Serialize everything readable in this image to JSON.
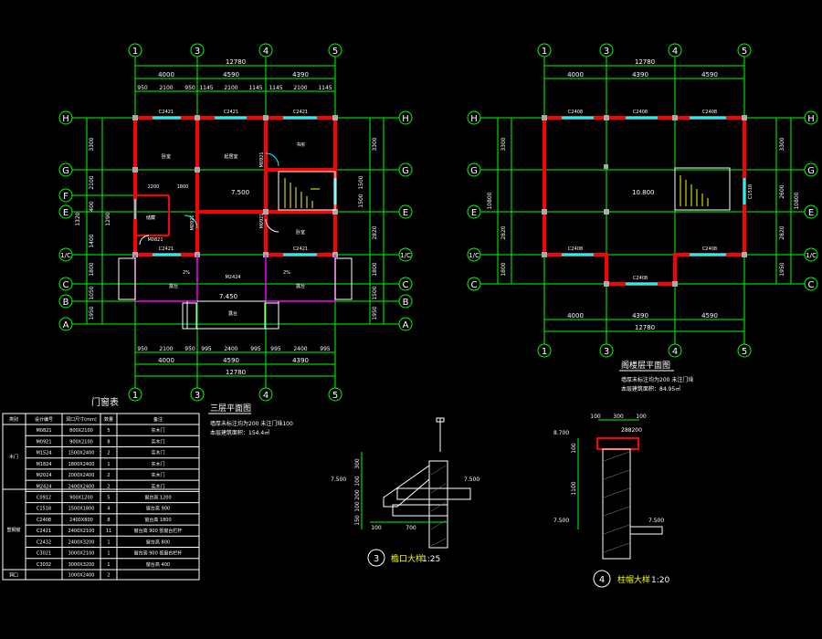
{
  "plan_left": {
    "grid_axes_top": [
      "1",
      "3",
      "4",
      "5"
    ],
    "grid_axes_rows": [
      "H",
      "G",
      "F",
      "E",
      "1/C",
      "C",
      "B",
      "A"
    ],
    "dim_total": "12780",
    "dim_spans": [
      "4000",
      "4590",
      "4390"
    ],
    "dim_sub_top": [
      "950",
      "2100",
      "950",
      "1145",
      "2100",
      "1145",
      "1145",
      "2100",
      "1145"
    ],
    "dim_sub_bottom": [
      "950",
      "2100",
      "950",
      "995",
      "2400",
      "995",
      "995",
      "2400",
      "995"
    ],
    "window_labels": [
      "C2421",
      "C2421",
      "C2421",
      "C2421",
      "C2421"
    ],
    "elevations": [
      "7.500",
      "7.450"
    ],
    "door_labels": [
      "M0921",
      "M0921",
      "M0821",
      "M2424",
      "M0921"
    ],
    "dim_small": [
      "2200",
      "1800"
    ],
    "vertical_dims": [
      "3300",
      "2100",
      "1320",
      "400",
      "1400",
      "1290",
      "1800",
      "1050",
      "1950"
    ],
    "right_vertical_dims": [
      "3300",
      "1500",
      "1500",
      "2820",
      "1800",
      "1500",
      "1950"
    ],
    "room_labels": [
      "卧室",
      "起居室",
      "书房",
      "储藏",
      "卧室",
      "露台",
      "露台",
      "露台"
    ],
    "slope": "2%",
    "title": "三层平面图",
    "note_1": "墙厚未标注均为200 未注门垛100",
    "note_2": "本层建筑面积：154.4㎡"
  },
  "plan_right": {
    "grid_axes_top": [
      "1",
      "3",
      "4",
      "5"
    ],
    "grid_axes_rows": [
      "H",
      "G",
      "E",
      "1/C",
      "C"
    ],
    "dim_total": "12780",
    "dim_spans": [
      "4000",
      "4390",
      "4590"
    ],
    "window_labels": [
      "C2408",
      "C2408",
      "C2408",
      "C2408",
      "C2408",
      "C2408"
    ],
    "elevation": "10.800",
    "vertical_dims": [
      "3300",
      "2820",
      "1800"
    ],
    "total_v": "10800",
    "right_vertical_dims": [
      "3300",
      "2600",
      "2820",
      "1950"
    ],
    "stair_label": "C1518",
    "title": "阁楼层平面图",
    "note_1": "墙厚未标注均为200 未注门垛",
    "note_2": "本层建筑面积：84.95㎡"
  },
  "door_window_table": {
    "title": "门窗表",
    "headers": [
      "类别",
      "设计编号",
      "洞口尺寸(mm)",
      "数量",
      "备注"
    ],
    "rows": [
      [
        "",
        "M0821",
        "800X2100",
        "5",
        "实木门"
      ],
      [
        "",
        "M0921",
        "900X2100",
        "8",
        "实木门"
      ],
      [
        "木门",
        "M1524",
        "1500X2400",
        "2",
        "实木门"
      ],
      [
        "",
        "M1824",
        "1800X2400",
        "1",
        "实木门"
      ],
      [
        "",
        "M2024",
        "2000X2400",
        "2",
        "实木门"
      ],
      [
        "",
        "M2424",
        "2400X2400",
        "2",
        "实木门"
      ],
      [
        "",
        "C0912",
        "900X1200",
        "5",
        "窗台高 1200"
      ],
      [
        "",
        "C1518",
        "1500X1800",
        "4",
        "窗台高 900"
      ],
      [
        "",
        "C2408",
        "2400X800",
        "8",
        "窗台高 1800"
      ],
      [
        "塑钢窗",
        "C2421",
        "2400X2100",
        "11",
        "窗台高 900 低窗台栏杆"
      ],
      [
        "",
        "C2432",
        "2400X3200",
        "1",
        "窗台高 800"
      ],
      [
        "",
        "C3021",
        "3000X2100",
        "1",
        "窗台高 900 低窗台栏杆"
      ],
      [
        "",
        "C3032",
        "3000X3200",
        "1",
        "窗台高 400"
      ],
      [
        "洞口",
        "",
        "1000X2400",
        "2",
        ""
      ]
    ]
  },
  "detail_3": {
    "number": "3",
    "title": "檐口大样",
    "scale": "1:25",
    "elev_left": "7.500",
    "elev_right": "7.500",
    "dims_v": [
      "300",
      "100",
      "200",
      "100",
      "150"
    ],
    "dims_h": [
      "100",
      "700"
    ]
  },
  "detail_4": {
    "number": "4",
    "title": "柱帽大样",
    "scale": "1:20",
    "dims_top": [
      "100",
      "300",
      "100"
    ],
    "elev_top": "8.700",
    "label_top": "288200",
    "dim_height": "1100",
    "elev_bottom_left": "7.500",
    "elev_bottom_right": "7.500",
    "dim_100": "100"
  }
}
